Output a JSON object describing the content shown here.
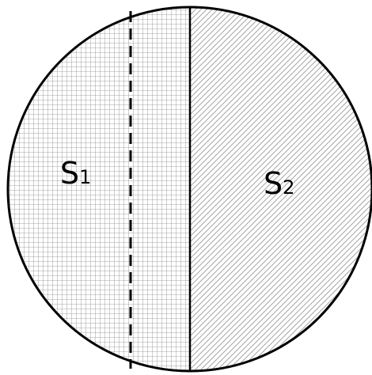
{
  "diagram": {
    "regions": [
      {
        "name": "S",
        "subscript": "1",
        "pattern": "grid"
      },
      {
        "name": "S",
        "subscript": "2",
        "pattern": "diagonal-hatch"
      }
    ],
    "colors": {
      "stroke": "#000000",
      "pattern": "#8a8a8a",
      "background": "#ffffff"
    }
  }
}
